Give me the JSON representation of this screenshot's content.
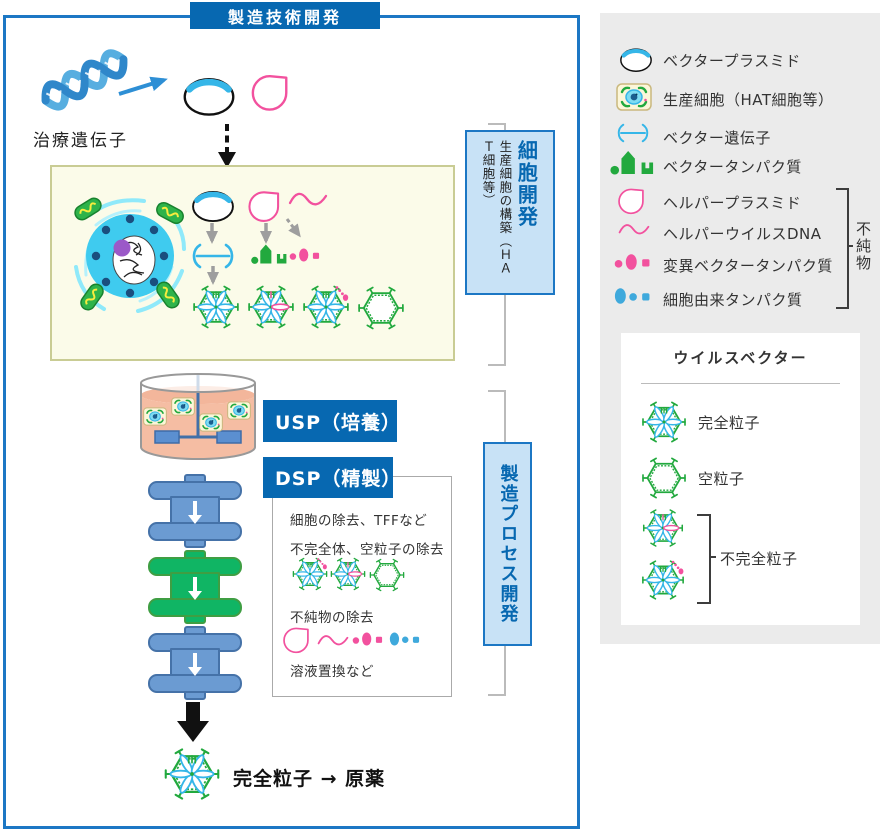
{
  "banner": {
    "title": "製造技術開発"
  },
  "flow": {
    "gene_label": "治療遺伝子",
    "cell_dev": {
      "title": "細胞開発",
      "subtitle": "生産細胞の構築（ＨＡＴ細胞等）"
    },
    "usp_label": "USP（培養）",
    "dsp_label": "DSP（精製）",
    "dsp_steps": {
      "step1": "細胞の除去、TFFなど",
      "step2": "不完全体、空粒子の除去",
      "step3": "不純物の除去",
      "step4": "溶液置換など"
    },
    "process_dev": {
      "title": "製造プロセス開発"
    },
    "final_label": "完全粒子 → 原薬"
  },
  "legend": {
    "items": [
      {
        "label": "ベクタープラスミド",
        "icon": "vector-plasmid-icon"
      },
      {
        "label": "生産細胞（HAT細胞等）",
        "icon": "production-cell-icon"
      },
      {
        "label": "ベクター遺伝子",
        "icon": "vector-gene-icon"
      },
      {
        "label": "ベクタータンパク質",
        "icon": "vector-protein-icon"
      },
      {
        "label": "ヘルパープラスミド",
        "icon": "helper-plasmid-icon"
      },
      {
        "label": "ヘルパーウイルスDNA",
        "icon": "helper-virus-dna-icon"
      },
      {
        "label": "変異ベクタータンパク質",
        "icon": "mutant-vector-protein-icon"
      },
      {
        "label": "細胞由来タンパク質",
        "icon": "cell-derived-protein-icon"
      }
    ],
    "impurities_label": "不純物",
    "virus_box": {
      "title": "ウイルスベクター",
      "items": [
        {
          "label": "完全粒子",
          "icon": "virus-full-icon"
        },
        {
          "label": "空粒子",
          "icon": "virus-empty-icon"
        },
        {
          "label": "不完全粒子",
          "icon": "virus-incomplete-icon"
        }
      ]
    }
  },
  "colors": {
    "accent_blue": "#0768B1",
    "border_blue": "#1C77C4",
    "light_blue_fill": "#C8E2F6",
    "pink": "#F2519E",
    "cyan": "#35B6E8",
    "green": "#22A93E",
    "protein_blue": "#3FA9DC",
    "yellow_box": "#FBFBE9",
    "panel_gray": "#EBEBEB"
  }
}
